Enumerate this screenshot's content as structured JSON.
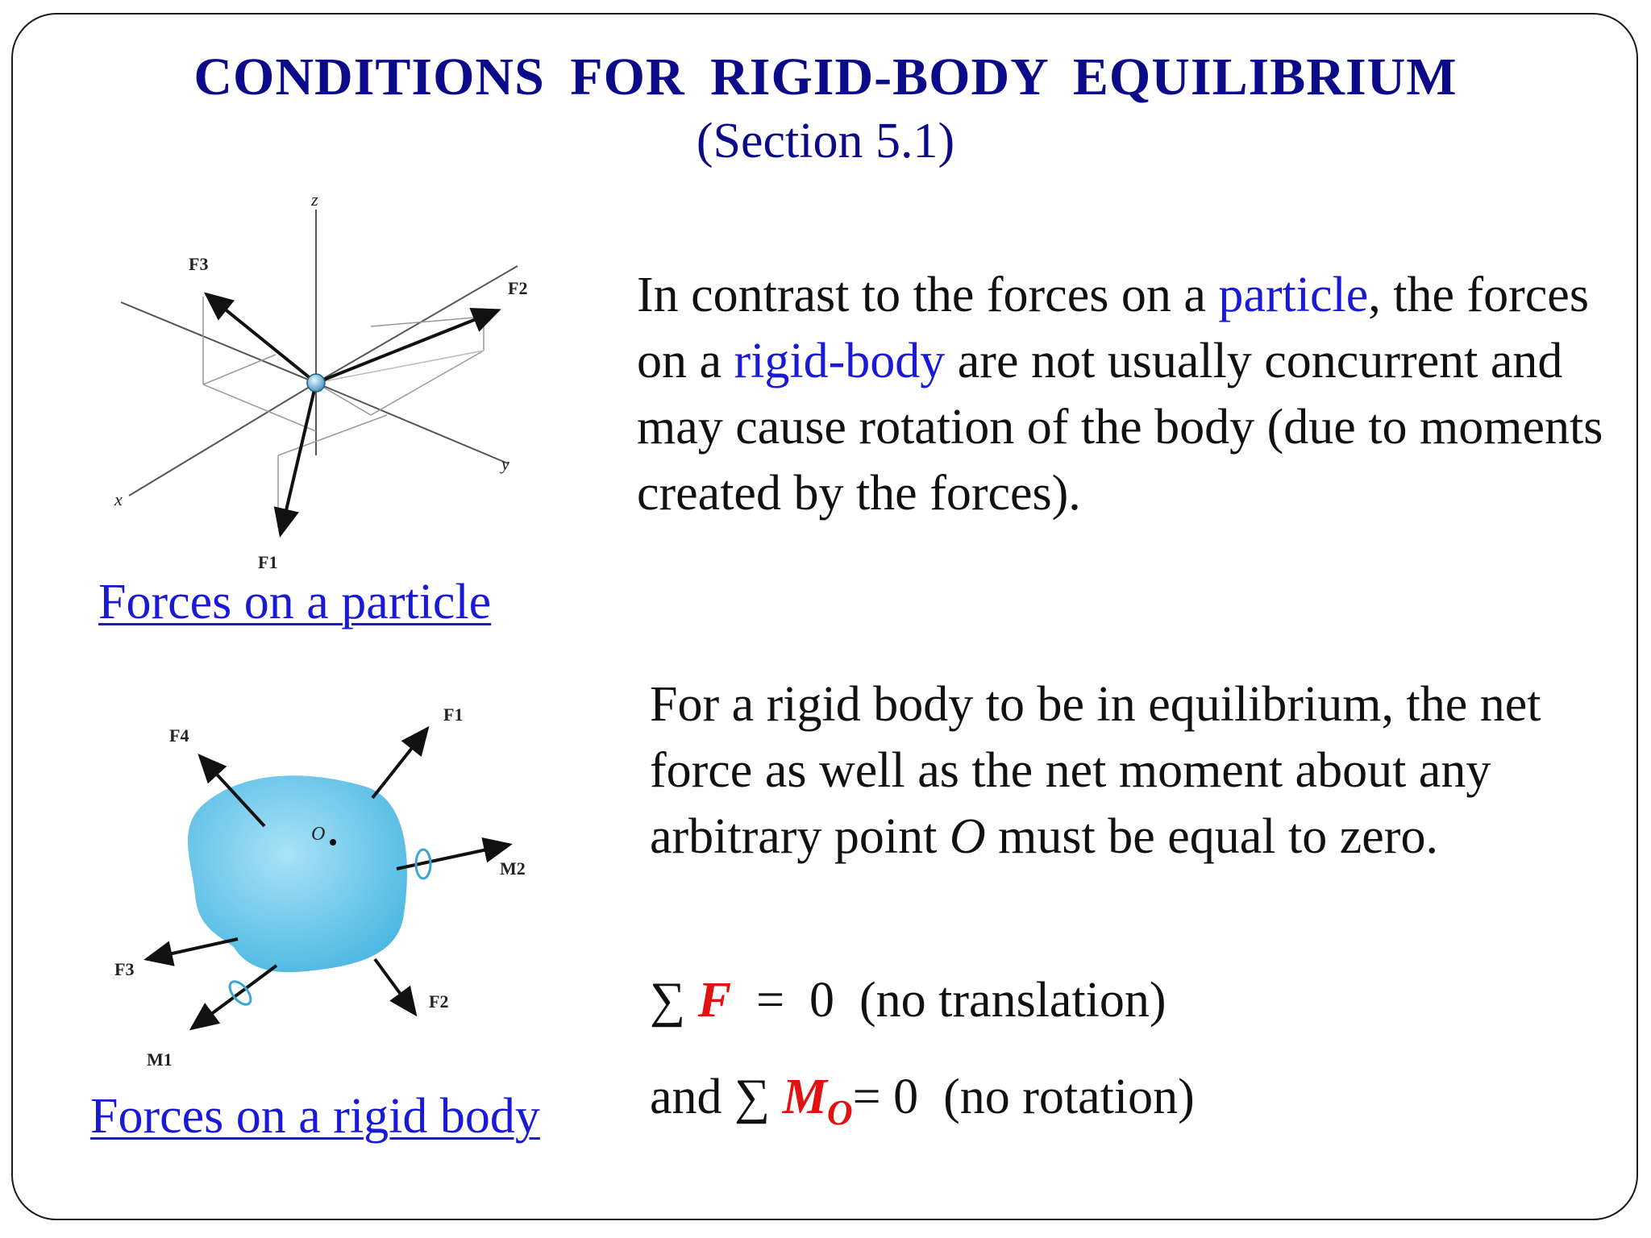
{
  "slide": {
    "title": "CONDITIONS  FOR  RIGID-BODY  EQUILIBRIUM",
    "subtitle": "(Section 5.1)"
  },
  "paragraph1": {
    "part1": "In contrast to the forces on a ",
    "particle": "particle",
    "part2": ", the forces on a ",
    "rigid_body": "rigid-body",
    "part3": " are not usually concurrent and may cause rotation of the body (due to moments created by the forces)."
  },
  "paragraph2": {
    "part1": "For a rigid body to be in equilibrium, the net force as well as the net moment about any arbitrary point ",
    "point": "O",
    "part2": " must be equal to zero."
  },
  "equation1": {
    "sigma": "∑ ",
    "symbol": "F",
    "rest": "  =  0  (no translation)"
  },
  "equation2": {
    "prefix": "and ∑ ",
    "symbol": "M",
    "subscript": "O",
    "rest": "= 0  (no rotation)"
  },
  "figure_particle": {
    "caption": "Forces on a particle",
    "axis_z": "z",
    "axis_x": "x",
    "axis_y": "y",
    "f1": "F1",
    "f2": "F2",
    "f3": "F3"
  },
  "figure_rigid_body": {
    "caption": "Forces on a rigid body",
    "point": "O",
    "f1": "F1",
    "f2": "F2",
    "f3": "F3",
    "f4": "F4",
    "m1": "M1",
    "m2": "M2"
  },
  "colors": {
    "title": "#0b0b8a",
    "highlight": "#1a1ad6",
    "equation_symbol": "#e01212",
    "body_fill": "#6ec6ea"
  }
}
